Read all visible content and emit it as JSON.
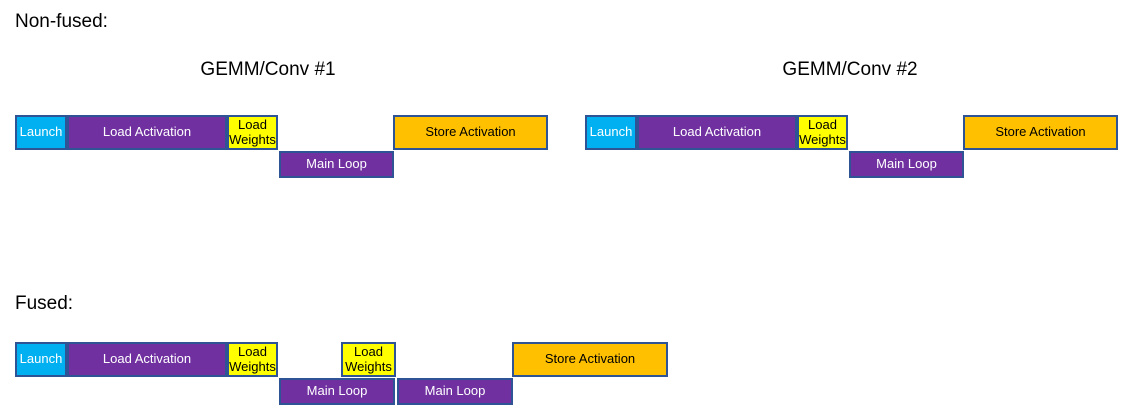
{
  "colors": {
    "launch": "#00B0F0",
    "activation": "#7030A0",
    "weights": "#FFFF00",
    "store": "#FFC000",
    "border": "#2F5496",
    "text_dark": "#000000",
    "text_light": "#FFFFFF",
    "background": "#FFFFFF"
  },
  "labels": {
    "non_fused": "Non-fused:",
    "fused": "Fused:",
    "gemm1": "GEMM/Conv #1",
    "gemm2": "GEMM/Conv #2"
  },
  "blocks": {
    "launch": "Launch",
    "load_activation": "Load Activation",
    "load_weights": "Load Weights",
    "main_loop": "Main Loop",
    "store_activation": "Store Activation"
  },
  "timelines": {
    "non_fused_gemm1": [
      "Launch",
      "Load Activation",
      "Load Weights",
      "Main Loop",
      "Store Activation"
    ],
    "non_fused_gemm2": [
      "Launch",
      "Load Activation",
      "Load Weights",
      "Main Loop",
      "Store Activation"
    ],
    "fused": [
      "Launch",
      "Load Activation",
      "Load Weights",
      "Main Loop",
      "Load Weights",
      "Main Loop",
      "Store Activation"
    ]
  }
}
